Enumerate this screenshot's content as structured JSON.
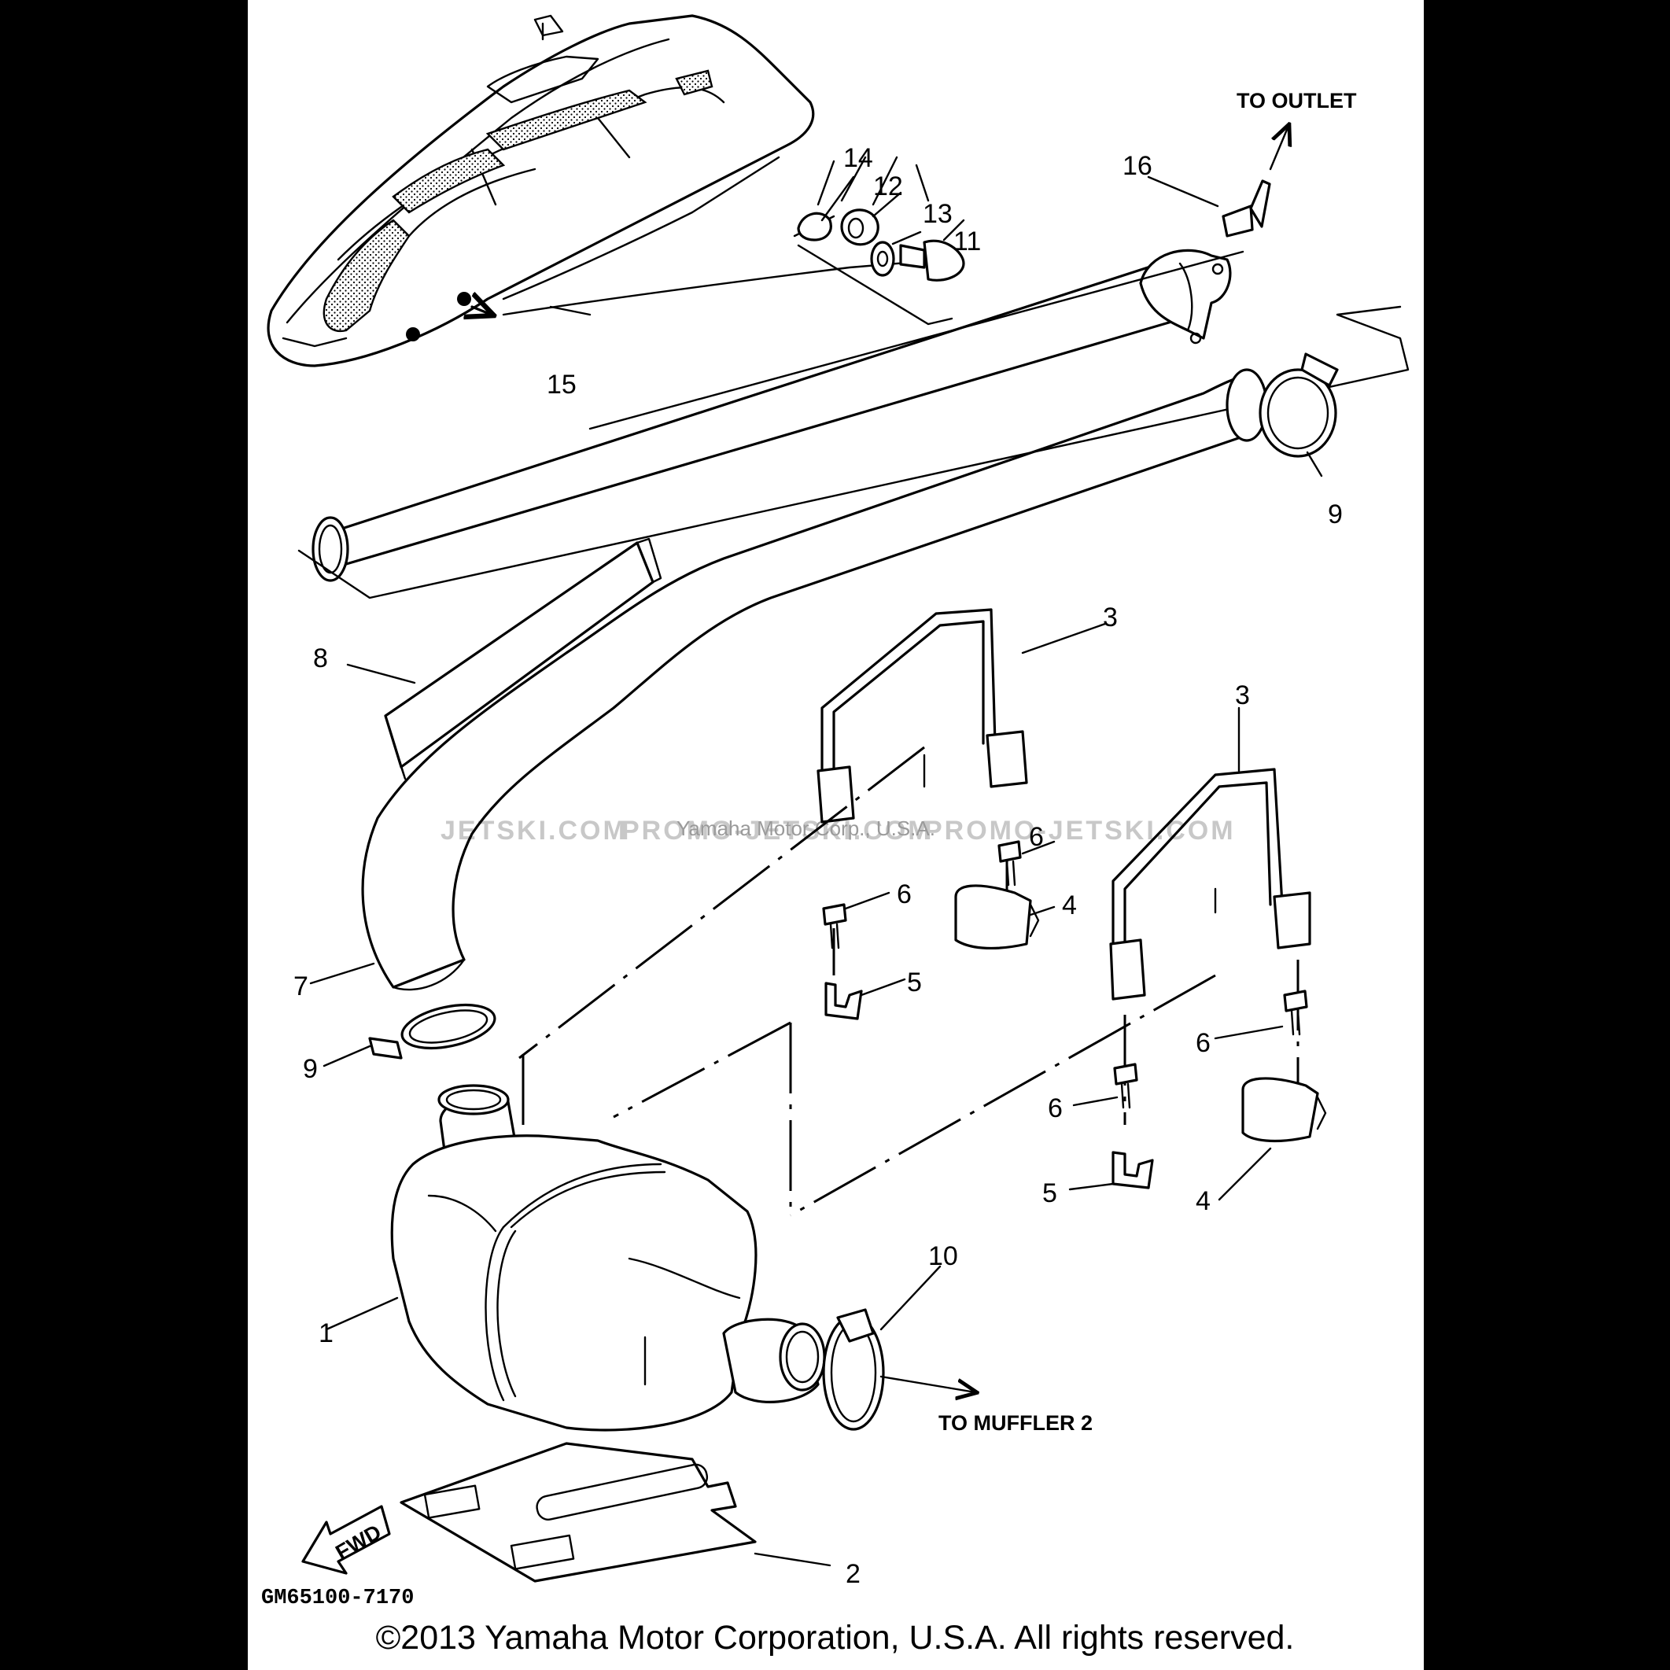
{
  "watermark": {
    "left": "JETSKI.COM",
    "center": "PROMO-JETSKI.COM",
    "right": "PROMO-JETSKI.COM",
    "overlay": "Yamaha Motor Corp., U.S.A."
  },
  "notes": {
    "to_outlet": "TO OUTLET",
    "to_muffler": "TO MUFFLER 2",
    "fwd": "FWD",
    "drawing_code": "GM65100-7170"
  },
  "callouts": {
    "c1": "1",
    "c2": "2",
    "c3a": "3",
    "c3b": "3",
    "c4a": "4",
    "c4b": "4",
    "c5a": "5",
    "c5b": "5",
    "c6a": "6",
    "c6b": "6",
    "c6c": "6",
    "c6d": "6",
    "c7": "7",
    "c8": "8",
    "c9a": "9",
    "c9b": "9",
    "c10": "10",
    "c11": "11",
    "c12": "12",
    "c13": "13",
    "c14": "14",
    "c15": "15",
    "c16": "16"
  },
  "copyright": "©2013 Yamaha Motor Corporation, U.S.A. All rights reserved.",
  "colors": {
    "background": "#000000",
    "sheet": "#ffffff",
    "ink": "#000000"
  }
}
